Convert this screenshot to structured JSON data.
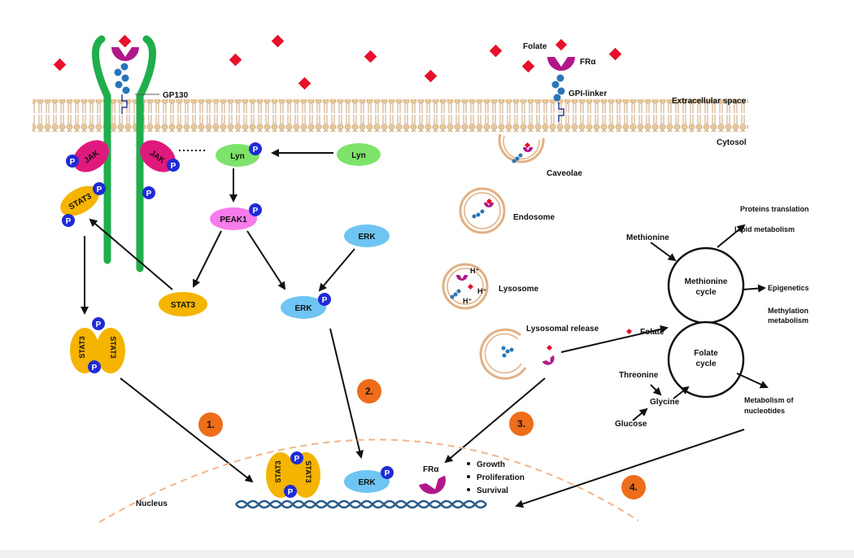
{
  "labels": {
    "gp130": "GP130",
    "jak": "JAK",
    "stat3": "STAT3",
    "lyn": "Lyn",
    "peak1": "PEAK1",
    "erk": "ERK",
    "p": "P",
    "folate": "Folate",
    "fr_alpha": "FRα",
    "gpi_linker": "GPI-linker",
    "extracellular_space": "Extracellular space",
    "cytosol": "Cytosol",
    "caveolae": "Caveolae",
    "endosome": "Endosome",
    "lysosome": "Lysosome",
    "lysosomal_release": "Lysosomal release",
    "h_plus": "H⁺",
    "nucleus": "Nucleus",
    "methionine": "Methionine",
    "methionine_cycle_1": "Methionine",
    "methionine_cycle_2": "cycle",
    "folate_cycle_1": "Folate",
    "folate_cycle_2": "cycle",
    "proteins_translation": "Proteins translation",
    "lipid_metabolism": "Lipid metabolism",
    "epigenetics": "Epigenetics",
    "methylation_1": "Methylation",
    "methylation_2": "metabolism",
    "threonine": "Threonine",
    "glycine": "Glycine",
    "glucose": "Glucose",
    "nucleotides_1": "Metabolism of",
    "nucleotides_2": "nucleotides",
    "fr_alpha_nucleus": "FRα"
  },
  "outcomes": [
    "Growth",
    "Proliferation",
    "Survival"
  ],
  "steps": [
    "1.",
    "2.",
    "3.",
    "4."
  ],
  "colors": {
    "gp130": "#1fae4b",
    "jak": "#e0197d",
    "stat3": "#f5b400",
    "lyn": "#7ee36a",
    "peak1": "#f77bea",
    "erk": "#6ec4f2",
    "phospho": "#1f2bd6",
    "folate": "#e8102a",
    "fr_alpha": "#b0188a",
    "linker_bead": "#2a74b8",
    "step_badge": "#ee6d1b",
    "nucleus_border": "#f2b48a",
    "membrane_head": "#e9c79a",
    "dna": "#2b5c8a"
  }
}
